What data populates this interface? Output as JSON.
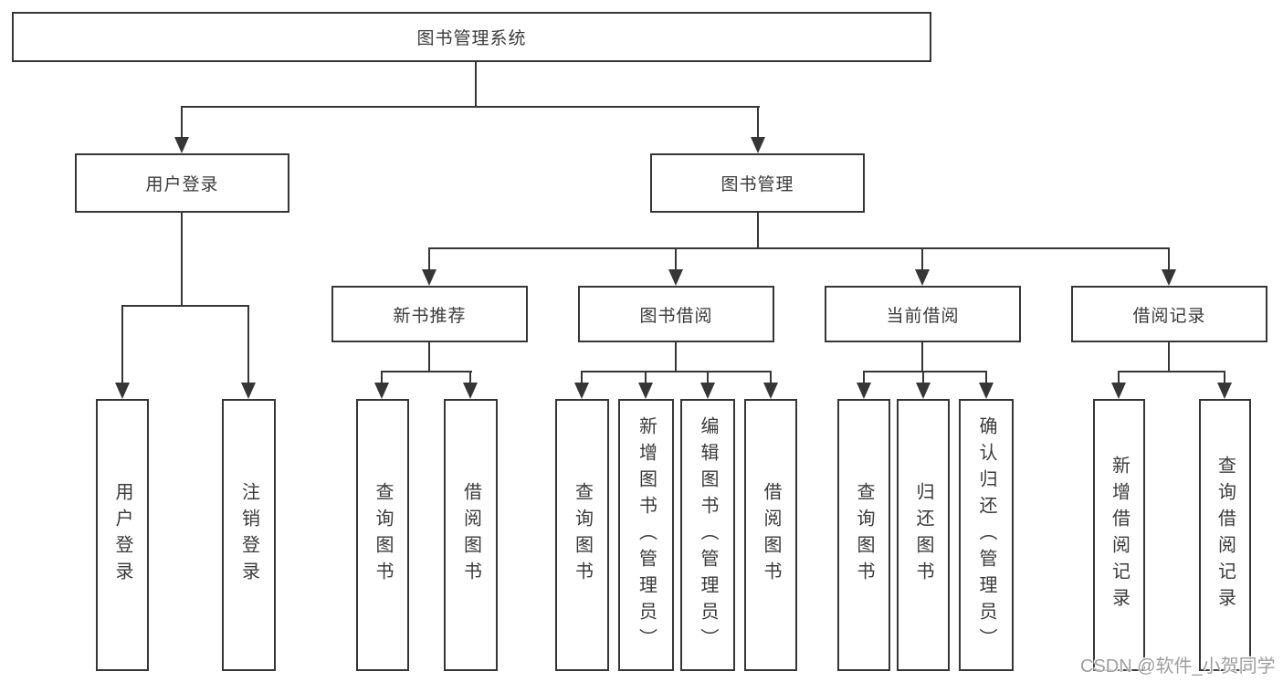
{
  "colors": {
    "line": "#363636",
    "node_text": "#3a3a3a",
    "node_background": "#ffffff",
    "watermark_text": "#9e9e9e",
    "page_background": "#ffffff"
  },
  "nodes": {
    "root": "图书管理系统",
    "level2": {
      "user_login": "用户登录",
      "book_mgmt": "图书管理"
    },
    "level3": {
      "new_books": "新书推荐",
      "book_borrow": "图书借阅",
      "current_borrow": "当前借阅",
      "borrow_records": "借阅记录"
    },
    "leaves": {
      "user_login_1": "用户登录",
      "user_login_2": "注销登录",
      "new_books_1": "查询图书",
      "new_books_2": "借阅图书",
      "book_borrow_1": "查询图书",
      "book_borrow_2": "新增图书（管理员）",
      "book_borrow_3": "编辑图书（管理员）",
      "book_borrow_4": "借阅图书",
      "current_borrow_1": "查询图书",
      "current_borrow_2": "归还图书",
      "current_borrow_3": "确认归还（管理员）",
      "borrow_records_1": "新增借阅记录",
      "borrow_records_2": "查询借阅记录"
    }
  },
  "watermark": "CSDN @软件_小贺同学"
}
